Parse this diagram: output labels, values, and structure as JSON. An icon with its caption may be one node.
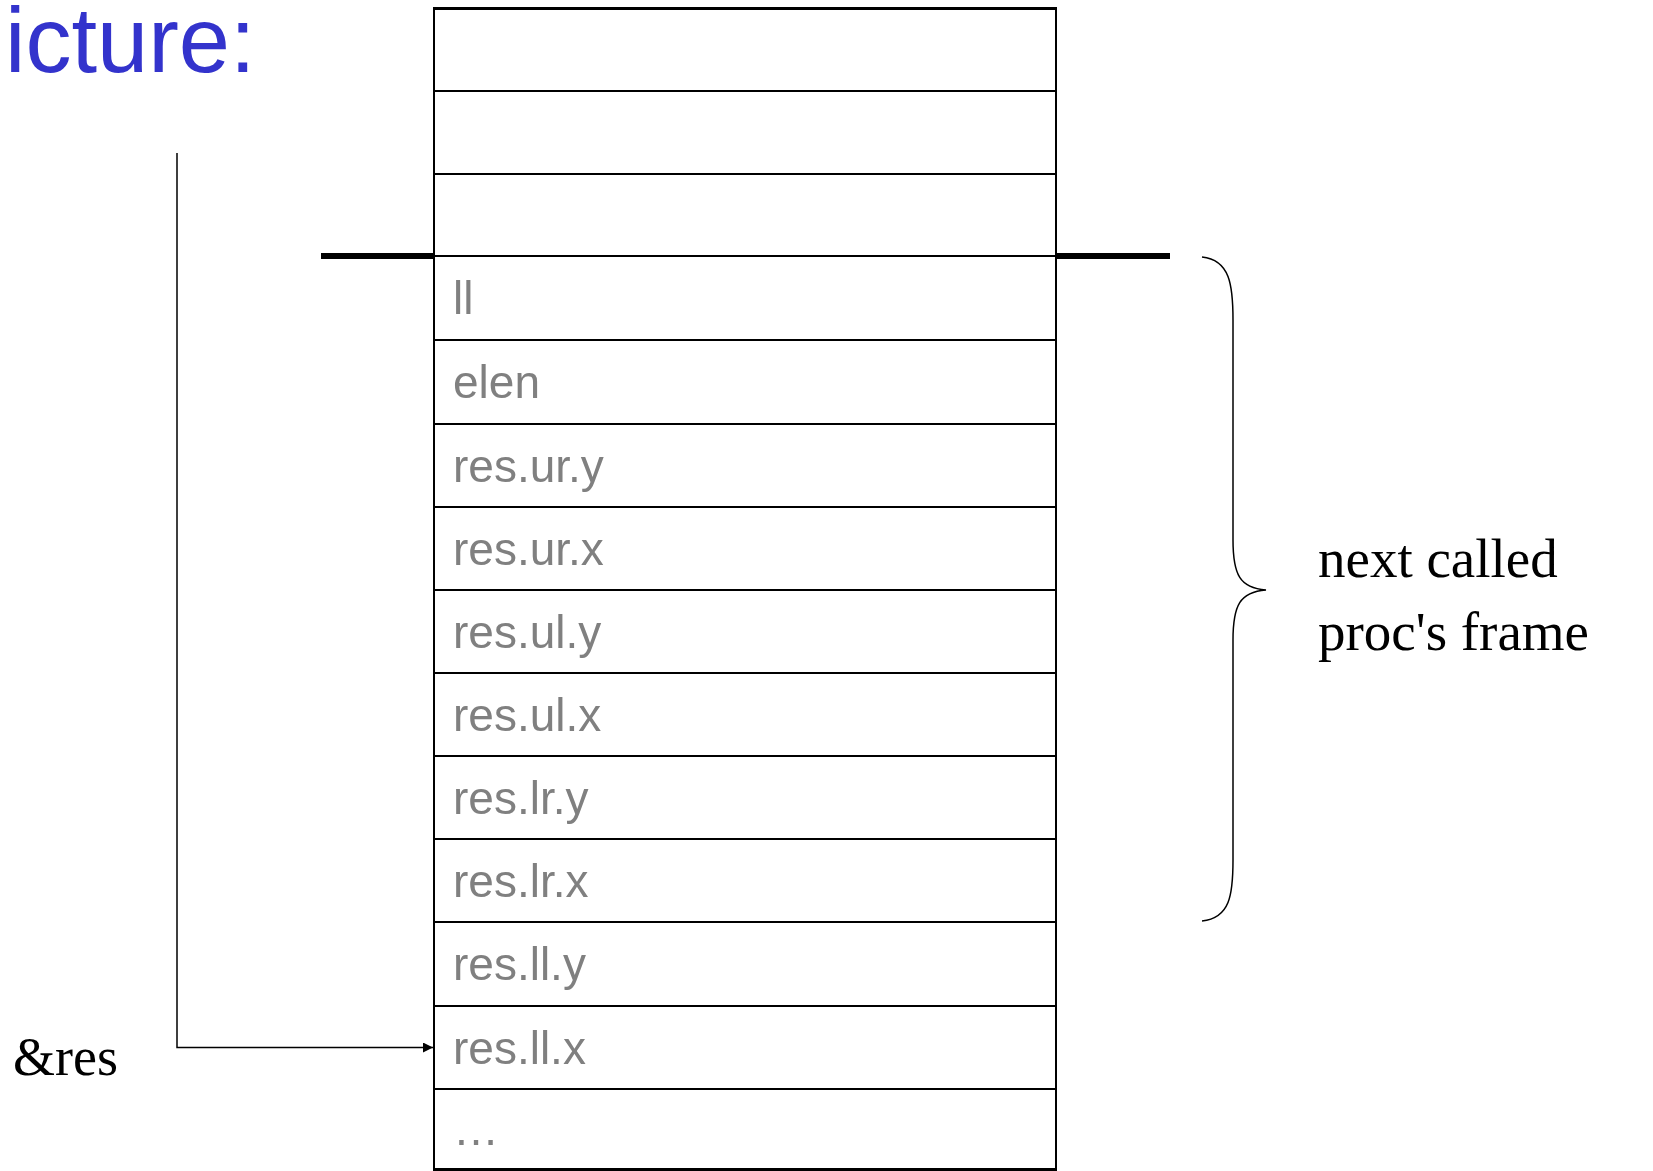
{
  "diagram": {
    "title": "icture:",
    "nodes": [
      {
        "text": [],
        "shape": "box"
      },
      {
        "text": [],
        "shape": "box"
      },
      {
        "text": [],
        "shape": "box"
      },
      {
        "text": [
          "ll"
        ]
      },
      {
        "text": [
          "elen"
        ]
      },
      {
        "text": [
          "res.ur.y"
        ]
      },
      {
        "text": [
          "res.ur.x"
        ]
      },
      {
        "text": [
          "res.ul.y"
        ]
      },
      {
        "text": [
          "res.ul.x"
        ]
      },
      {
        "text": [
          "res.lr.y"
        ]
      },
      {
        "text": [
          "res.lr.x"
        ]
      },
      {
        "text": [
          "res.ll.y"
        ]
      },
      {
        "text": [
          "res.ll.x"
        ]
      },
      {
        "text": [
          "…"
        ]
      }
    ],
    "edges": [
      {
        "from": null,
        "to": 12,
        "arrow": "to"
      }
    ],
    "labels": [
      "next called proc's frame",
      "&res"
    ]
  }
}
